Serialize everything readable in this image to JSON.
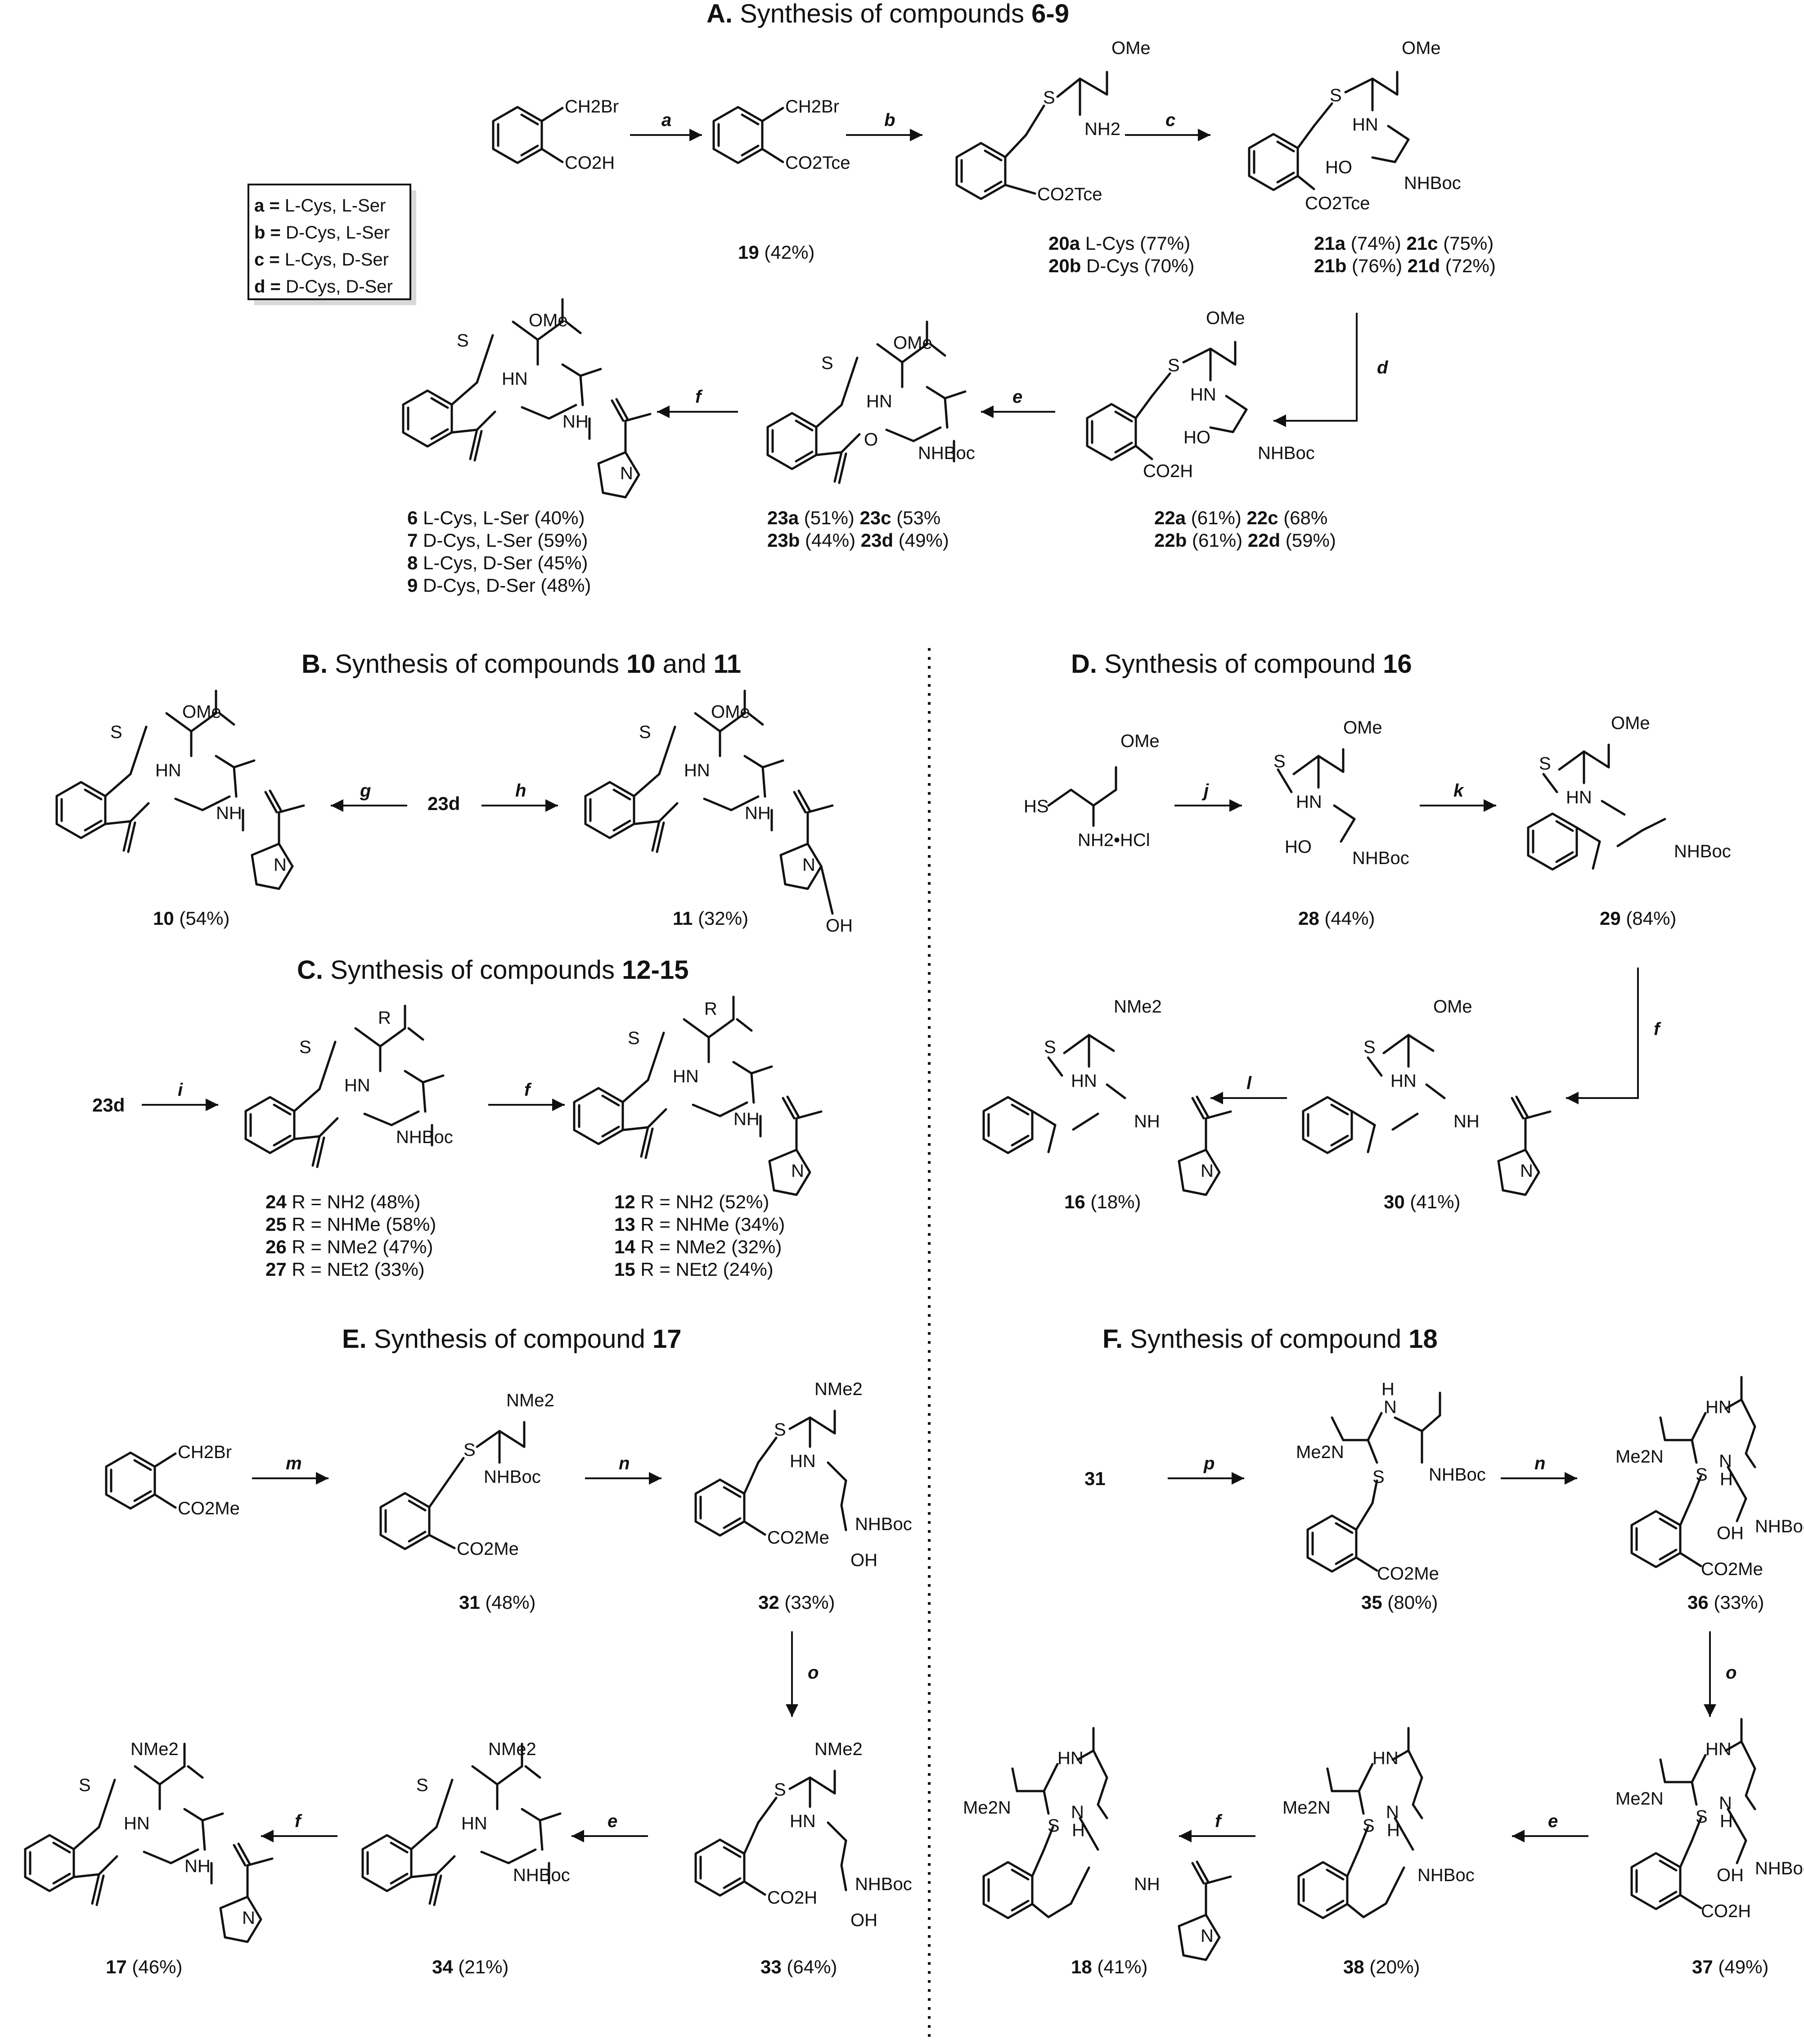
{
  "sections": {
    "A": {
      "header": {
        "prefix": "A.",
        "text": " Synthesis of compounds ",
        "bold": "6-9"
      },
      "legend": [
        {
          "key": "a =",
          "text": "L-Cys, L-Ser"
        },
        {
          "key": "b =",
          "text": "D-Cys, L-Ser"
        },
        {
          "key": "c =",
          "text": "L-Cys, D-Ser"
        },
        {
          "key": "d =",
          "text": "D-Cys, D-Ser"
        }
      ],
      "start": {
        "g1": "CH2Br",
        "g2": "CO2H"
      },
      "c19": {
        "g1": "CH2Br",
        "g2": "CO2Tce",
        "num": "19",
        "yield": " (42%)"
      },
      "c20": {
        "g1": "OMe",
        "g2": "NH2",
        "g3": "S",
        "g4": "CO2Tce",
        "lines": [
          {
            "num": "20a",
            "rest": " L-Cys (77%)"
          },
          {
            "num": "20b",
            "rest": " D-Cys (70%)"
          }
        ]
      },
      "c21": {
        "g1": "OMe",
        "g2": "HN",
        "g3": "HO",
        "g4": "NHBoc",
        "g5": "CO2Tce",
        "g6": "S",
        "lines": [
          {
            "n1": "21a",
            "y1": " (74%) ",
            "n2": "21c",
            "y2": " (75%)"
          },
          {
            "n1": "21b",
            "y1": " (76%) ",
            "n2": "21d",
            "y2": " (72%)"
          }
        ]
      },
      "c22": {
        "g1": "OMe",
        "g2": "HN",
        "g3": "HO",
        "g4": "NHBoc",
        "g5": "CO2H",
        "g6": "S",
        "lines": [
          {
            "n1": "22a",
            "y1": " (61%) ",
            "n2": "22c",
            "y2": " (68%"
          },
          {
            "n1": "22b",
            "y1": " (61%) ",
            "n2": "22d",
            "y2": " (59%)"
          }
        ]
      },
      "c23": {
        "g1": "OMe",
        "g2": "HN",
        "g3": "O",
        "g4": "NHBoc",
        "g6": "S",
        "lines": [
          {
            "n1": "23a",
            "y1": " (51%) ",
            "n2": "23c",
            "y2": " (53%"
          },
          {
            "n1": "23b",
            "y1": " (44%) ",
            "n2": "23d",
            "y2": " (49%)"
          }
        ]
      },
      "c6": {
        "g1": "OMe",
        "g2": "HN",
        "g3": "NH",
        "g4": "N",
        "g6": "S",
        "lines": [
          {
            "num": "6",
            "rest": " L-Cys, L-Ser (40%)"
          },
          {
            "num": "7",
            "rest": " D-Cys, L-Ser (59%)"
          },
          {
            "num": "8",
            "rest": " L-Cys, D-Ser (45%)"
          },
          {
            "num": "9",
            "rest": " D-Cys, D-Ser (48%)"
          }
        ]
      },
      "reagents": {
        "a": "a",
        "b": "b",
        "c": "c",
        "d": "d",
        "e": "e",
        "f": "f"
      }
    },
    "B": {
      "header": {
        "prefix": "B.",
        "text": " Synthesis of compounds ",
        "bold": "10",
        "mid": " and ",
        "bold2": "11"
      },
      "center": "23d",
      "c10": {
        "num": "10",
        "yield": " (54%)",
        "g1": "OMe",
        "g2": "HN",
        "g3": "NH",
        "g4": "N",
        "g6": "S"
      },
      "c11": {
        "num": "11",
        "yield": " (32%)",
        "g1": "OMe",
        "g2": "HN",
        "g3": "NH",
        "g4": "N",
        "g5": "OH",
        "g6": "S"
      },
      "reagents": {
        "g": "g",
        "h": "h"
      }
    },
    "C": {
      "header": {
        "prefix": "C.",
        "text": " Synthesis of compounds ",
        "bold": "12-15"
      },
      "start": "23d",
      "c24": {
        "g1": "R",
        "g2": "HN",
        "g4": "NHBoc",
        "g6": "S",
        "lines": [
          {
            "num": "24",
            "rest": " R = NH2 (48%)"
          },
          {
            "num": "25",
            "rest": " R = NHMe (58%)"
          },
          {
            "num": "26",
            "rest": " R = NMe2 (47%)"
          },
          {
            "num": "27",
            "rest": " R = NEt2 (33%)"
          }
        ]
      },
      "c12": {
        "g1": "R",
        "g2": "HN",
        "g3": "NH",
        "g4": "N",
        "g6": "S",
        "lines": [
          {
            "num": "12",
            "rest": " R = NH2 (52%)"
          },
          {
            "num": "13",
            "rest": " R = NHMe (34%)"
          },
          {
            "num": "14",
            "rest": " R = NMe2 (32%)"
          },
          {
            "num": "15",
            "rest": " R = NEt2 (24%)"
          }
        ]
      },
      "reagents": {
        "i": "i",
        "f": "f"
      }
    },
    "D": {
      "header": {
        "prefix": "D.",
        "text": " Synthesis of compound ",
        "bold": "16"
      },
      "start": {
        "g1": "OMe",
        "g2": "HS",
        "g3": "NH2•HCl"
      },
      "c28": {
        "num": "28",
        "yield": " (44%)",
        "g1": "OMe",
        "g2": "HN",
        "g3": "HO",
        "g4": "NHBoc",
        "g6": "S"
      },
      "c29": {
        "num": "29",
        "yield": " (84%)",
        "g1": "OMe",
        "g2": "HN",
        "g4": "NHBoc",
        "g6": "S"
      },
      "c30": {
        "num": "30",
        "yield": " (41%)",
        "g1": "OMe",
        "g2": "HN",
        "g3": "NH",
        "g4": "N",
        "g6": "S"
      },
      "c16": {
        "num": "16",
        "yield": " (18%)",
        "g1": "NMe2",
        "g2": "HN",
        "g3": "NH",
        "g4": "N",
        "g6": "S"
      },
      "reagents": {
        "j": "j",
        "k": "k",
        "f": "f",
        "l": "l"
      }
    },
    "E": {
      "header": {
        "prefix": "E.",
        "text": " Synthesis of compound ",
        "bold": "17"
      },
      "start": {
        "g1": "CH2Br",
        "g2": "CO2Me"
      },
      "c31": {
        "num": "31",
        "yield": " (48%)",
        "g1": "NMe2",
        "g2": "NHBoc",
        "g3": "CO2Me",
        "g6": "S"
      },
      "c32": {
        "num": "32",
        "yield": "  (33%)",
        "g1": "NMe2",
        "g2": "HN",
        "g3": "CO2Me",
        "g4": "NHBoc",
        "g5": "OH",
        "g6": "S"
      },
      "c33": {
        "num": "33",
        "yield": " (64%)",
        "g1": "NMe2",
        "g2": "HN",
        "g3": "CO2H",
        "g4": "NHBoc",
        "g5": "OH",
        "g6": "S"
      },
      "c34": {
        "num": "34",
        "yield": " (21%)",
        "g1": "NMe2",
        "g2": "HN",
        "g4": "NHBoc",
        "g6": "S"
      },
      "c17": {
        "num": "17",
        "yield": " (46%)",
        "g1": "NMe2",
        "g2": "HN",
        "g3": "NH",
        "g4": "N",
        "g6": "S"
      },
      "reagents": {
        "m": "m",
        "n": "n",
        "o": "o",
        "e": "e",
        "f": "f"
      }
    },
    "F": {
      "header": {
        "prefix": "F.",
        "text": " Synthesis of compound ",
        "bold": "18"
      },
      "start": "31",
      "c35": {
        "num": "35",
        "yield": " (80%)",
        "g1": "Me2N",
        "g2": "H",
        "g2b": "N",
        "g3": "NHBoc",
        "g4": "CO2Me",
        "g6": "S"
      },
      "c36": {
        "num": "36",
        "yield": " (33%)",
        "g1": "Me2N",
        "g2": "HN",
        "g3": "N",
        "g3b": "H",
        "g4": "NHBoc",
        "g5": "CO2Me",
        "g7": "OH",
        "g6": "S"
      },
      "c37": {
        "num": "37",
        "yield": " (49%)",
        "g1": "Me2N",
        "g2": "HN",
        "g3": "N",
        "g3b": "H",
        "g4": "NHBoc",
        "g5": "CO2H",
        "g7": "OH",
        "g6": "S"
      },
      "c38": {
        "num": "38",
        "yield": " (20%)",
        "g1": "Me2N",
        "g2": "HN",
        "g3": "N",
        "g3b": "H",
        "g4": "NHBoc",
        "g6": "S"
      },
      "c18": {
        "num": "18",
        "yield": " (41%)",
        "g1": "Me2N",
        "g2": "HN",
        "g3": "N",
        "g3b": "H",
        "g4": "NH",
        "g5": "N",
        "g6": "S"
      },
      "reagents": {
        "p": "p",
        "n": "n",
        "o": "o",
        "e": "e",
        "f": "f"
      }
    }
  }
}
